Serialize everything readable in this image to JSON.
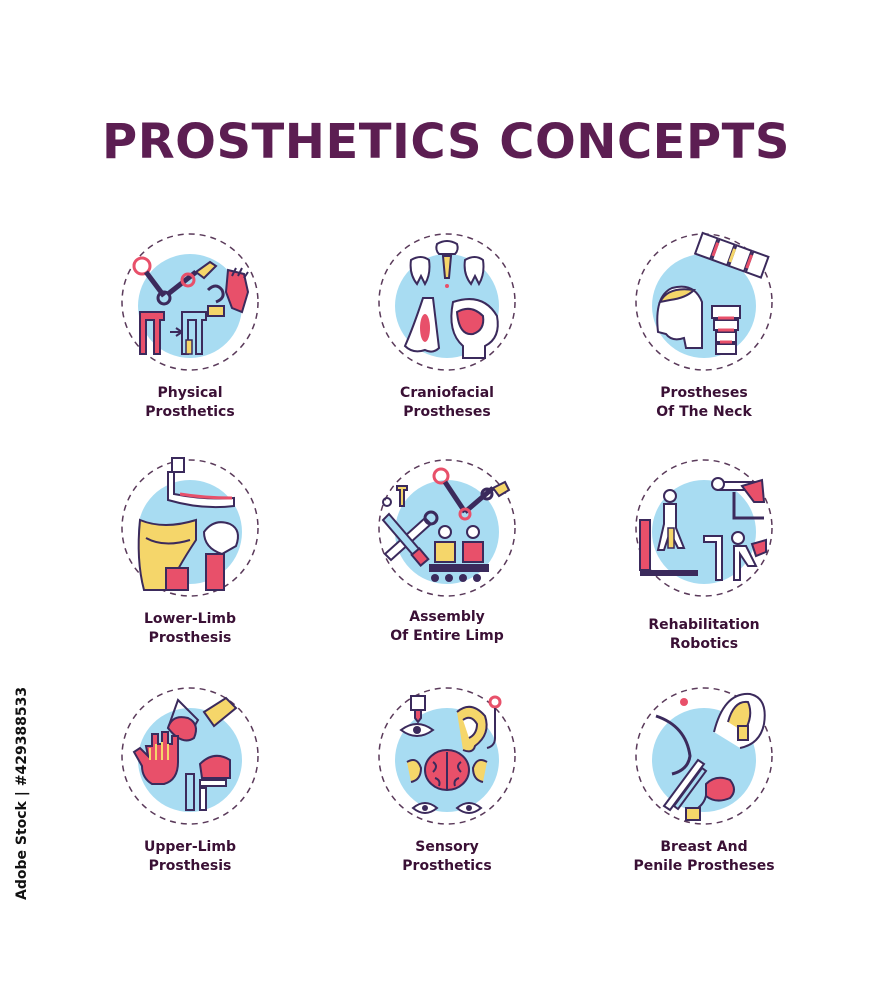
{
  "page": {
    "title": "PROSTHETICS CONCEPTS"
  },
  "colors": {
    "title": "#5c1e52",
    "label": "#3a1035",
    "accent_blue": "#a8dcf2",
    "accent_pink": "#e8506a",
    "accent_yellow": "#f5d66a",
    "outline": "#3b2a5c",
    "dash": "#5a3a5a"
  },
  "concepts": [
    {
      "line1": "Physical",
      "line2": "Prosthetics",
      "icon": "robotic-arm-icon"
    },
    {
      "line1": "Craniofacial",
      "line2": "Prostheses",
      "icon": "skull-teeth-icon"
    },
    {
      "line1": "Prostheses",
      "line2": "Of The Neck",
      "icon": "neck-spine-icon"
    },
    {
      "line1": "Lower-Limb",
      "line2": "Prosthesis",
      "icon": "leg-prosthesis-icon"
    },
    {
      "line1": "Assembly",
      "line2": "Of Entire Limp",
      "icon": "assembly-tools-icon"
    },
    {
      "line1": "Rehabilitation",
      "line2": "Robotics",
      "icon": "rehab-treadmill-icon"
    },
    {
      "line1": "Upper-Limb",
      "line2": "Prosthesis",
      "icon": "hand-prosthesis-icon"
    },
    {
      "line1": "Sensory",
      "line2": "Prosthetics",
      "icon": "brain-ear-eye-icon"
    },
    {
      "line1": "Breast And",
      "line2": "Penile Prostheses",
      "icon": "breast-implant-icon"
    }
  ],
  "watermark": {
    "text": "429388533",
    "brand": "Adobe Stock"
  }
}
